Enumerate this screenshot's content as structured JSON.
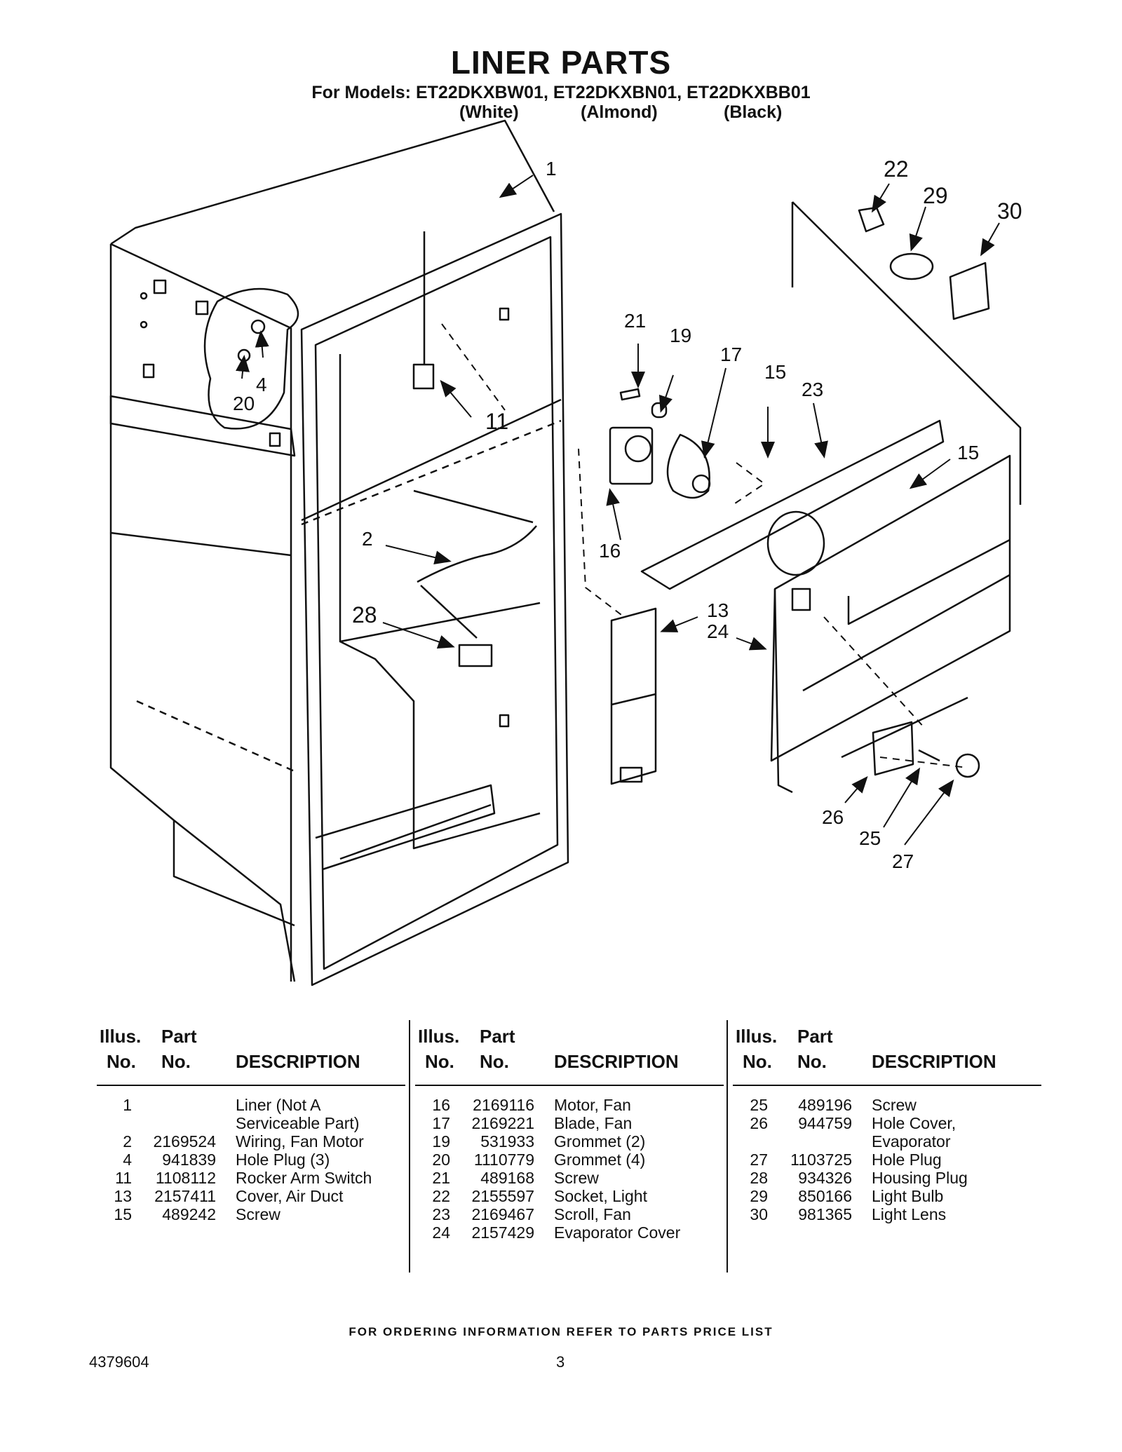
{
  "header": {
    "title": "LINER PARTS",
    "models": "For Models: ET22DKXBW01, ET22DKXBN01, ET22DKXBB01",
    "colors": [
      "(White)",
      "(Almond)",
      "(Black)"
    ]
  },
  "callouts": {
    "c1": "1",
    "c2": "2",
    "c4": "4",
    "c11": "11",
    "c13": "13",
    "c15a": "15",
    "c15b": "15",
    "c16": "16",
    "c17": "17",
    "c19": "19",
    "c20": "20",
    "c21": "21",
    "c22": "22",
    "c23": "23",
    "c24": "24",
    "c25": "25",
    "c26": "26",
    "c27": "27",
    "c28": "28",
    "c29": "29",
    "c30": "30"
  },
  "table": {
    "headers": {
      "illus_top": "Illus.",
      "illus_bottom": "No.",
      "part_top": "Part",
      "part_bottom": "No.",
      "description": "DESCRIPTION"
    },
    "columns": [
      [
        {
          "no": "1",
          "part": "",
          "desc": "Liner (Not A"
        },
        {
          "no": "",
          "part": "",
          "desc": "Serviceable Part)"
        },
        {
          "no": "2",
          "part": "2169524",
          "desc": "Wiring, Fan Motor"
        },
        {
          "no": "4",
          "part": "941839",
          "desc": "Hole Plug (3)"
        },
        {
          "no": "11",
          "part": "1108112",
          "desc": "Rocker Arm Switch"
        },
        {
          "no": "13",
          "part": "2157411",
          "desc": "Cover, Air Duct"
        },
        {
          "no": "15",
          "part": "489242",
          "desc": "Screw"
        }
      ],
      [
        {
          "no": "16",
          "part": "2169116",
          "desc": "Motor, Fan"
        },
        {
          "no": "17",
          "part": "2169221",
          "desc": "Blade, Fan"
        },
        {
          "no": "19",
          "part": "531933",
          "desc": "Grommet (2)"
        },
        {
          "no": "20",
          "part": "1110779",
          "desc": "Grommet (4)"
        },
        {
          "no": "21",
          "part": "489168",
          "desc": "Screw"
        },
        {
          "no": "22",
          "part": "2155597",
          "desc": "Socket, Light"
        },
        {
          "no": "23",
          "part": "2169467",
          "desc": "Scroll, Fan"
        },
        {
          "no": "24",
          "part": "2157429",
          "desc": "Evaporator Cover"
        }
      ],
      [
        {
          "no": "25",
          "part": "489196",
          "desc": "Screw"
        },
        {
          "no": "26",
          "part": "944759",
          "desc": "Hole Cover,"
        },
        {
          "no": "",
          "part": "",
          "desc": "Evaporator"
        },
        {
          "no": "27",
          "part": "1103725",
          "desc": "Hole Plug"
        },
        {
          "no": "28",
          "part": "934326",
          "desc": "Housing Plug"
        },
        {
          "no": "29",
          "part": "850166",
          "desc": "Light Bulb"
        },
        {
          "no": "30",
          "part": "981365",
          "desc": "Light Lens"
        }
      ]
    ]
  },
  "footer": {
    "ordering_note": "FOR ORDERING INFORMATION REFER TO PARTS PRICE LIST",
    "doc_number": "4379604",
    "page_number": "3"
  }
}
